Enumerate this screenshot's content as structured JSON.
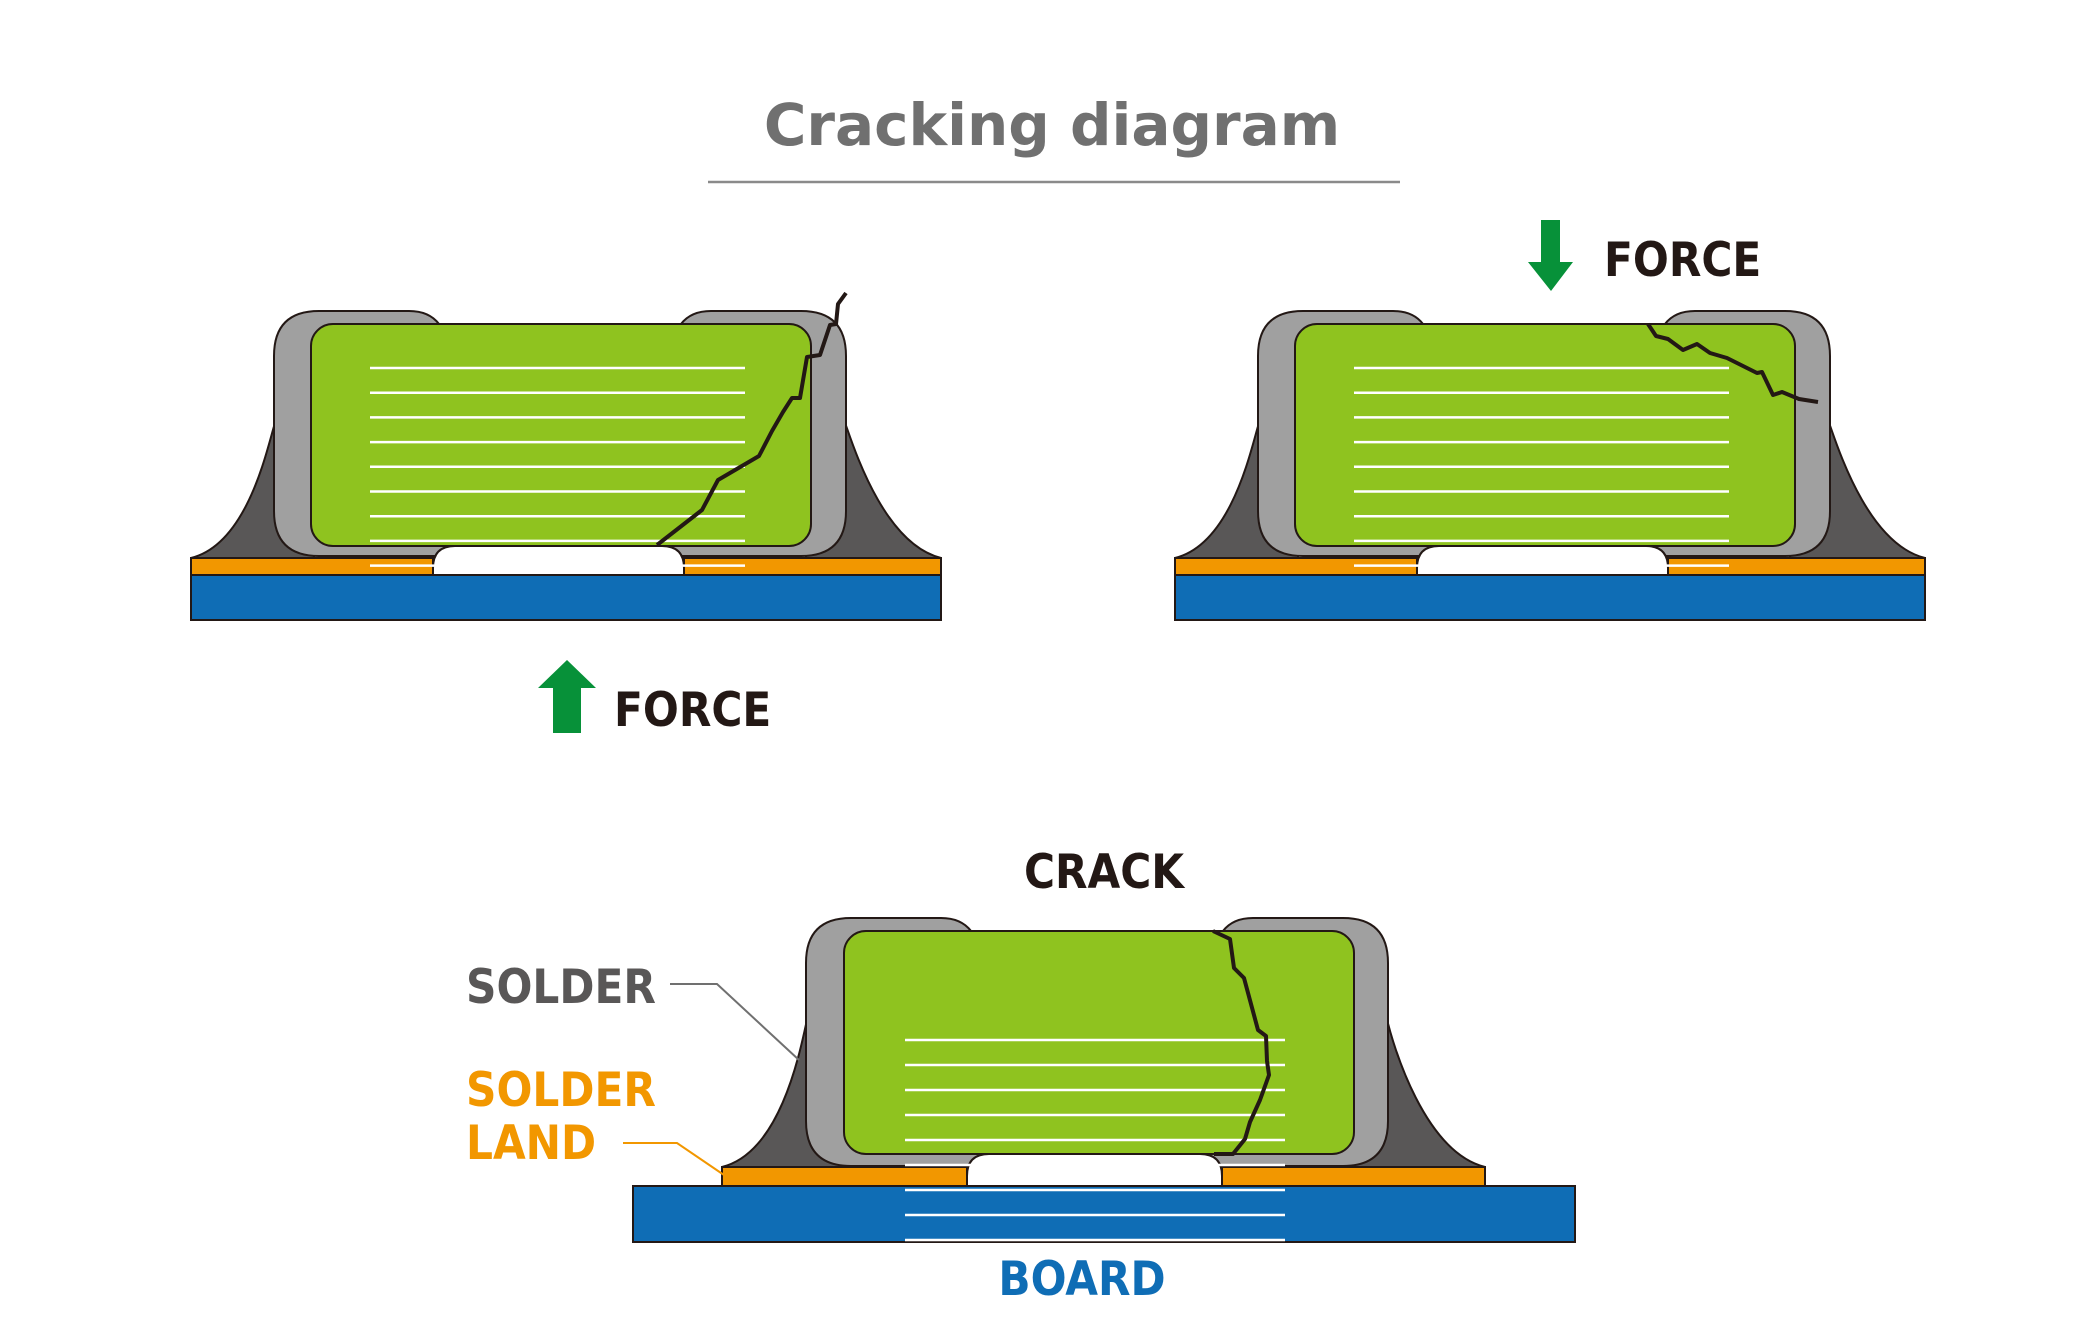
{
  "title": "Cracking diagram",
  "colors": {
    "title": "#707070",
    "rule": "#8a8a8a",
    "board": "#0f6db5",
    "land": "#f29700",
    "solder": "#595757",
    "termination": "#a0a0a0",
    "ceramic": "#8fc31f",
    "electrode": "#ffffff",
    "crack": "#231815",
    "arrow": "#079139",
    "label_dark": "#231815",
    "label_solder": "#595757",
    "label_land": "#f29700",
    "label_board": "#0f6db5"
  },
  "diagrams": [
    {
      "id": "board-bending",
      "force_label": "FORCE",
      "force_direction": "up",
      "crack": "left-corner-diagonal"
    },
    {
      "id": "top-pressure",
      "force_label": "FORCE",
      "force_direction": "down",
      "crack": "top-right-corner"
    },
    {
      "id": "labeled",
      "crack_label": "CRACK",
      "solder_label": "SOLDER",
      "land_label_line1": "SOLDER",
      "land_label_line2": "LAND",
      "board_label": "BOARD"
    }
  ]
}
